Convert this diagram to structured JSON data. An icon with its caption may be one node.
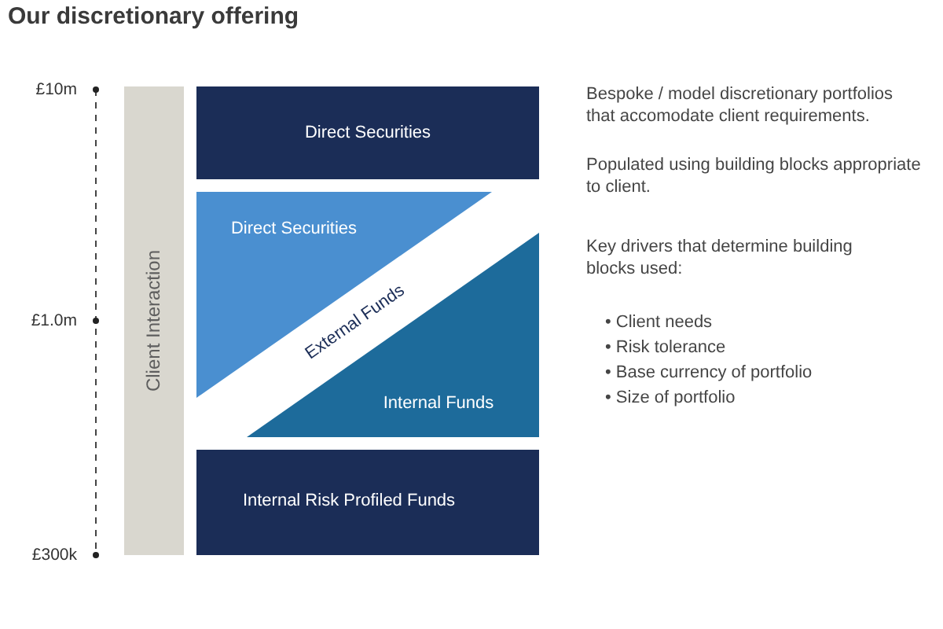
{
  "diagram": {
    "title": "Our discretionary offering",
    "nodes": [
      {
        "text": [
          "Client Interaction"
        ]
      },
      {
        "text": [
          "Direct Securities"
        ]
      },
      {
        "text": [
          "Direct Securities"
        ]
      },
      {
        "text": [
          "Internal Funds"
        ]
      },
      {
        "text": [
          "Internal Risk Profiled Funds"
        ]
      }
    ],
    "labels": [
      "£10m",
      "£1.0m",
      "£300k",
      "External Funds",
      "Bespoke / model discretionary portfolios that accomodate client requirements.",
      "Populated using building blocks appropriate to client.",
      "Key drivers that determine building blocks used:",
      "• Client needs",
      "• Risk tolerance",
      "• Base currency of portfolio",
      "• Size of portfolio"
    ]
  }
}
